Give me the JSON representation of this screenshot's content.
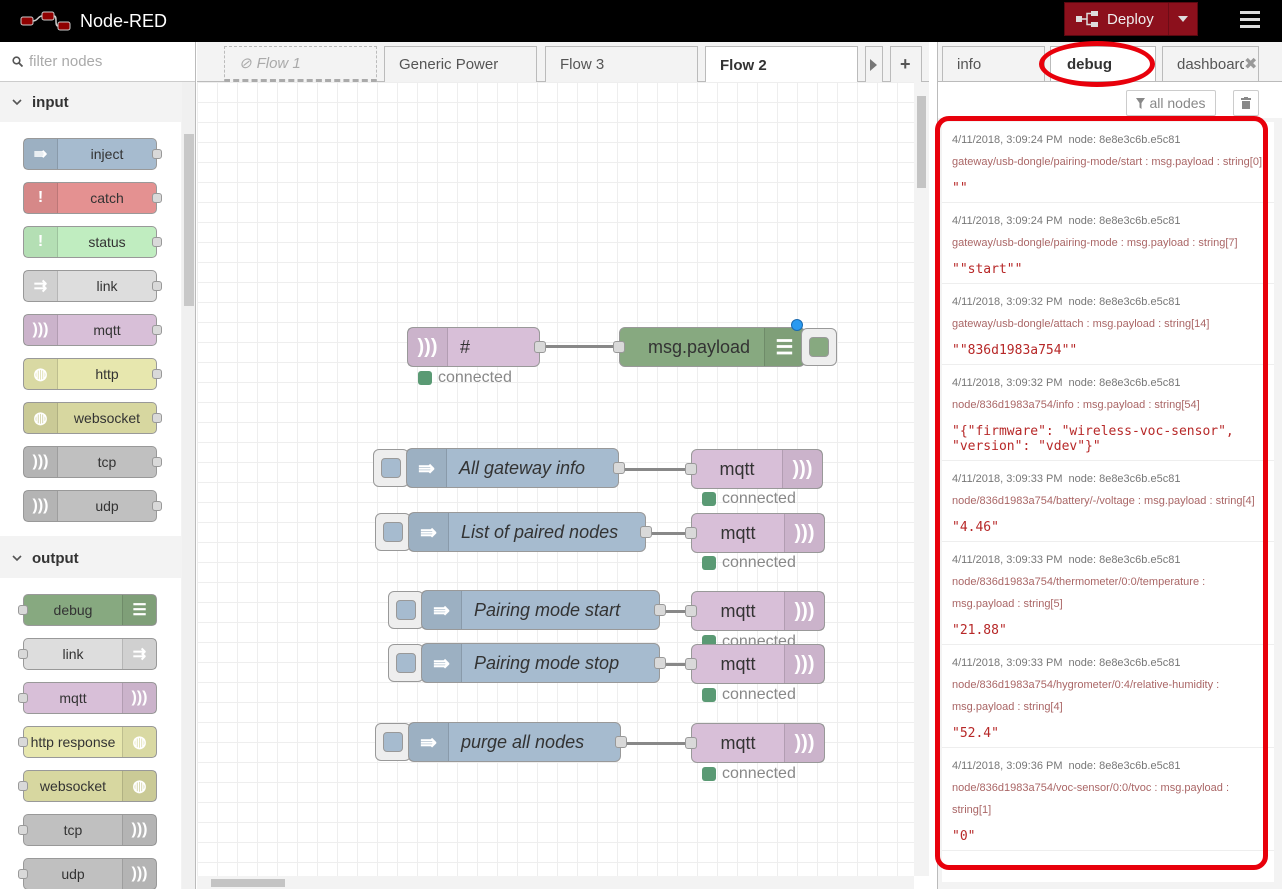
{
  "app": {
    "title": "Node-RED"
  },
  "header": {
    "deploy_label": "Deploy"
  },
  "palette": {
    "search_placeholder": "filter nodes",
    "categories": [
      {
        "name": "input",
        "nodes": [
          "inject",
          "catch",
          "status",
          "link",
          "mqtt",
          "http",
          "websocket",
          "tcp",
          "udp"
        ]
      },
      {
        "name": "output",
        "nodes": [
          "debug",
          "link",
          "mqtt",
          "http response",
          "websocket",
          "tcp",
          "udp"
        ]
      }
    ]
  },
  "workspace": {
    "tabs": [
      {
        "label": "Flow 1",
        "disabled": true
      },
      {
        "label": "Generic Power"
      },
      {
        "label": "Flow 3"
      },
      {
        "label": "Flow 2",
        "active": true
      }
    ],
    "nodes": {
      "mqtt_in": "#",
      "debug": "msg.payload",
      "inj1": "All gateway info",
      "inj2": "List of paired nodes",
      "inj3": "Pairing mode start",
      "inj4": "Pairing mode stop",
      "inj5": "purge all nodes",
      "mqtt_out": "mqtt"
    },
    "status_text": "connected"
  },
  "sidebar": {
    "tabs": [
      "info",
      "debug",
      "dashboard"
    ],
    "active_tab": "debug",
    "filter_label": "all nodes",
    "messages": [
      {
        "time": "4/11/2018, 3:09:24 PM",
        "node": "node: 8e8e3c6b.e5c81",
        "topic": "gateway/usb-dongle/pairing-mode/start : msg.payload : string[0]",
        "value": "\"\""
      },
      {
        "time": "4/11/2018, 3:09:24 PM",
        "node": "node: 8e8e3c6b.e5c81",
        "topic": "gateway/usb-dongle/pairing-mode : msg.payload : string[7]",
        "value": "\"\"start\"\""
      },
      {
        "time": "4/11/2018, 3:09:32 PM",
        "node": "node: 8e8e3c6b.e5c81",
        "topic": "gateway/usb-dongle/attach : msg.payload : string[14]",
        "value": "\"\"836d1983a754\"\""
      },
      {
        "time": "4/11/2018, 3:09:32 PM",
        "node": "node: 8e8e3c6b.e5c81",
        "topic": "node/836d1983a754/info : msg.payload : string[54]",
        "value": "\"{\"firmware\": \"wireless-voc-sensor\", \"version\": \"vdev\"}\""
      },
      {
        "time": "4/11/2018, 3:09:33 PM",
        "node": "node: 8e8e3c6b.e5c81",
        "topic": "node/836d1983a754/battery/-/voltage : msg.payload : string[4]",
        "value": "\"4.46\""
      },
      {
        "time": "4/11/2018, 3:09:33 PM",
        "node": "node: 8e8e3c6b.e5c81",
        "topic": "node/836d1983a754/thermometer/0:0/temperature : msg.payload : string[5]",
        "value": "\"21.88\""
      },
      {
        "time": "4/11/2018, 3:09:33 PM",
        "node": "node: 8e8e3c6b.e5c81",
        "topic": "node/836d1983a754/hygrometer/0:4/relative-humidity : msg.payload : string[4]",
        "value": "\"52.4\""
      },
      {
        "time": "4/11/2018, 3:09:36 PM",
        "node": "node: 8e8e3c6b.e5c81",
        "topic": "node/836d1983a754/voc-sensor/0:0/tvoc : msg.payload : string[1]",
        "value": "\"0\""
      }
    ]
  },
  "colors": {
    "inject": "#a6bbcf",
    "catch": "#e49191",
    "status": "#c0edc0",
    "link": "#dddddd",
    "mqtt": "#d8bfd8",
    "http": "#e7e7ae",
    "websocket": "#d7d7a0",
    "tcp": "#c0c0c0",
    "debug": "#87a980",
    "highlight": "#e8000b",
    "deploy": "#8c101c"
  }
}
